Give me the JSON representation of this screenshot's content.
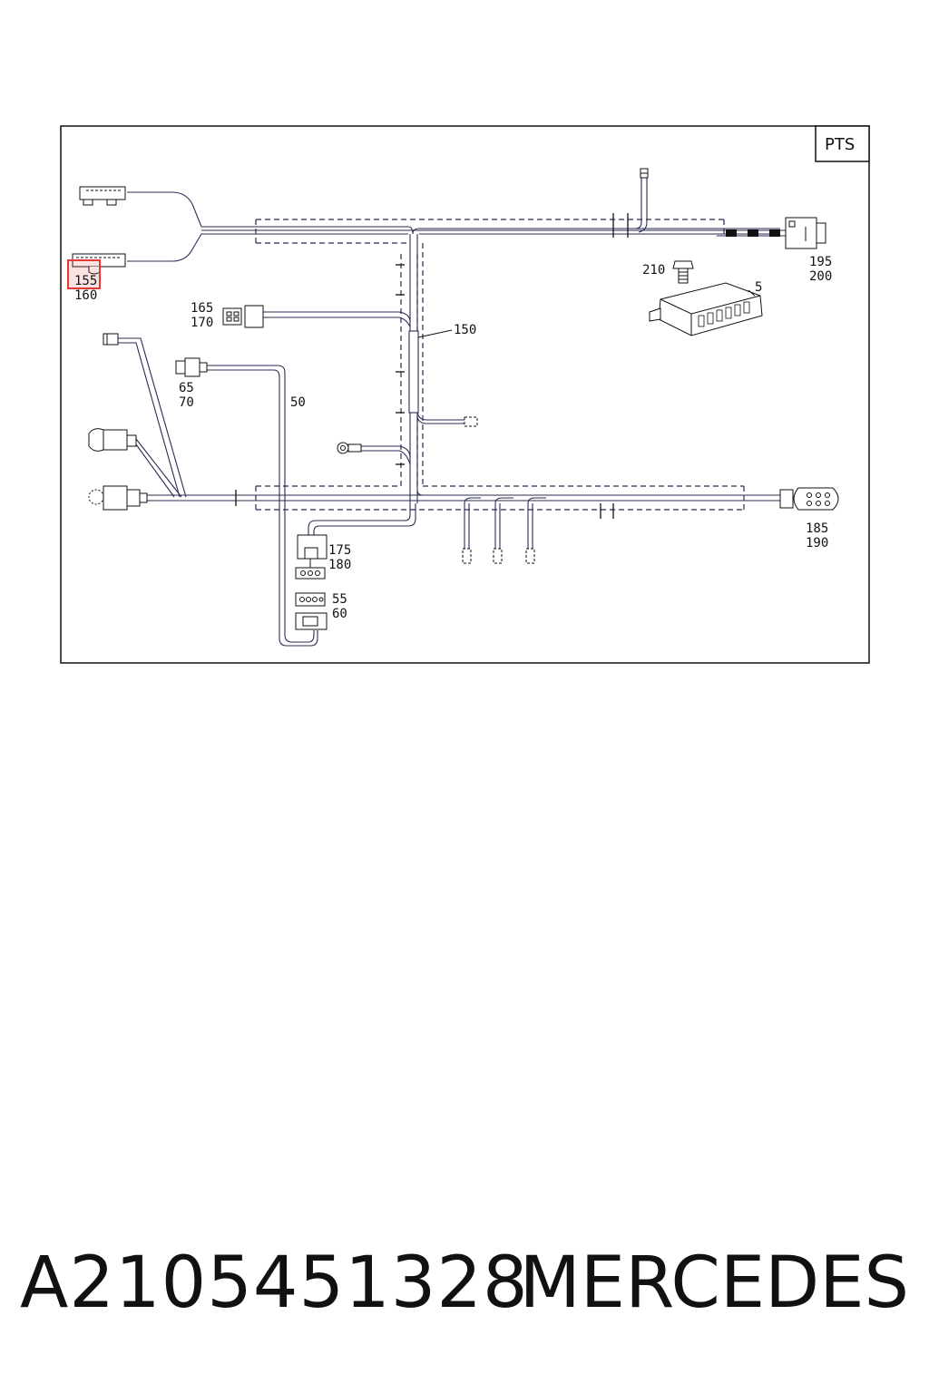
{
  "diagram": {
    "corner_label": "PTS",
    "highlight_color": "#e53935",
    "wire_color": "#2b2b55",
    "callouts": {
      "c155": "155",
      "c160": "160",
      "c165": "165",
      "c170": "170",
      "c150": "150",
      "c65": "65",
      "c70": "70",
      "c50": "50",
      "c210": "210",
      "c5": "5",
      "c195": "195",
      "c200": "200",
      "c175": "175",
      "c180": "180",
      "c55": "55",
      "c60": "60",
      "c185": "185",
      "c190": "190"
    }
  },
  "footer": {
    "part_number": "A2105451328",
    "brand": "MERCEDES"
  }
}
